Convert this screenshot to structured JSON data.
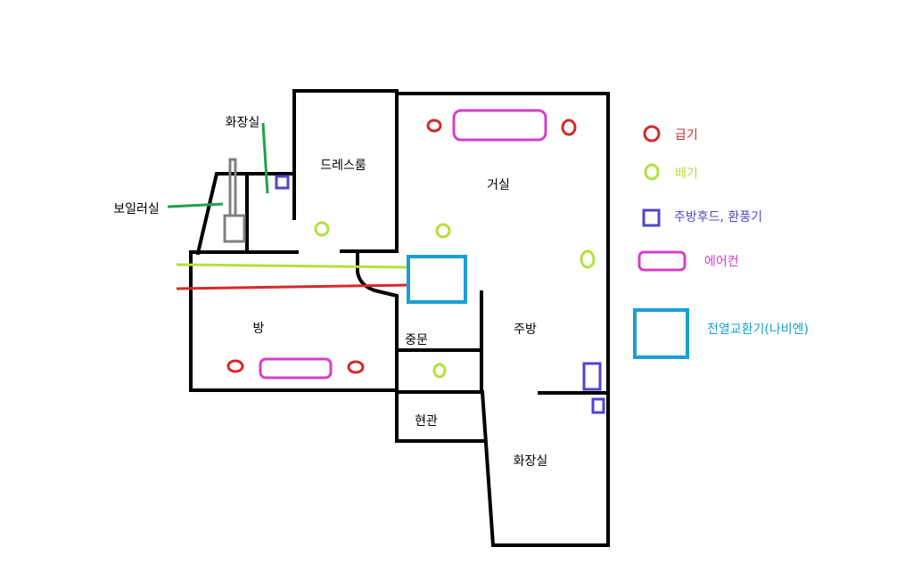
{
  "rooms": {
    "bathroom_small": "화장실",
    "dressroom": "드레스룸",
    "boiler_room": "보일러실",
    "living_room": "거실",
    "room": "방",
    "middle_door": "중문",
    "kitchen": "주방",
    "entrance": "현관",
    "bathroom": "화장실"
  },
  "legend": [
    {
      "label": "급기",
      "color": "#d42a2a"
    },
    {
      "label": "배기",
      "color": "#b5e03a"
    },
    {
      "label": "주방후드, 환풍기",
      "color": "#4f46c8"
    },
    {
      "label": "에어컨",
      "color": "#d63ec8"
    },
    {
      "label": "전열교환기(나비엔)",
      "color": "#1aa0d2"
    }
  ]
}
